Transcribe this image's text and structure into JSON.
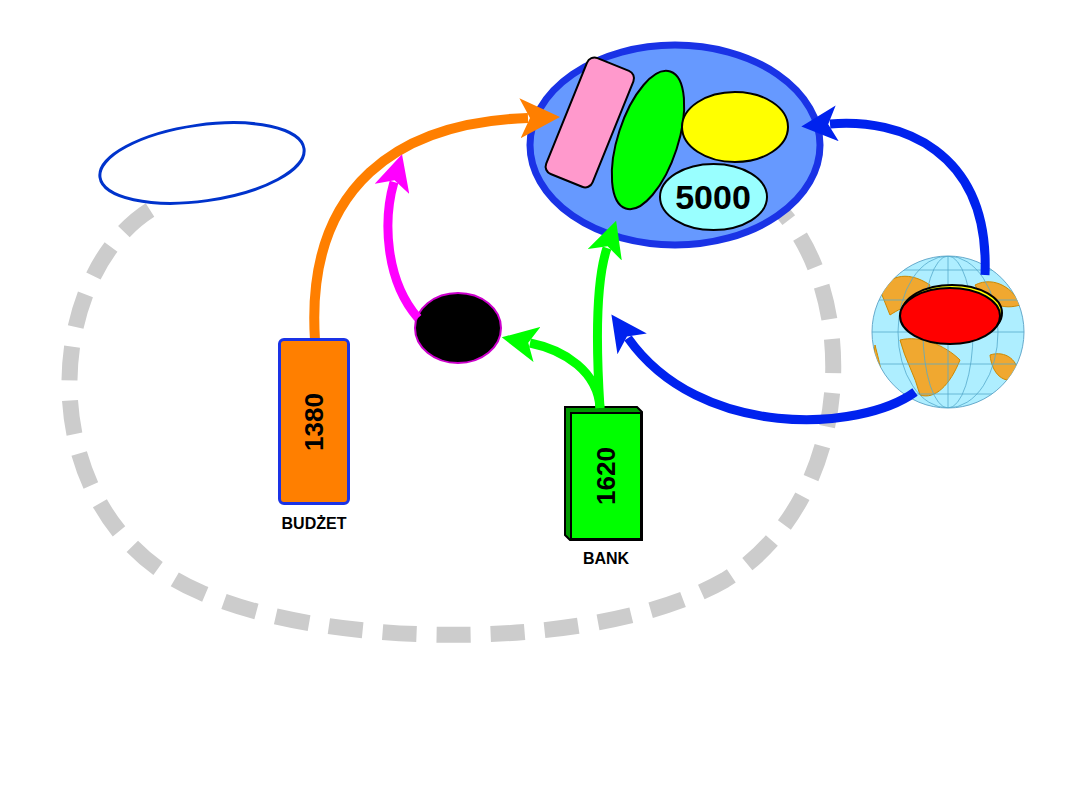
{
  "diagram": {
    "nodes": [
      {
        "text": [
          "1380",
          "BUDŻET"
        ]
      },
      {
        "text": [
          "1620",
          "BANK"
        ]
      },
      {
        "text": [
          "5000"
        ]
      }
    ]
  }
}
